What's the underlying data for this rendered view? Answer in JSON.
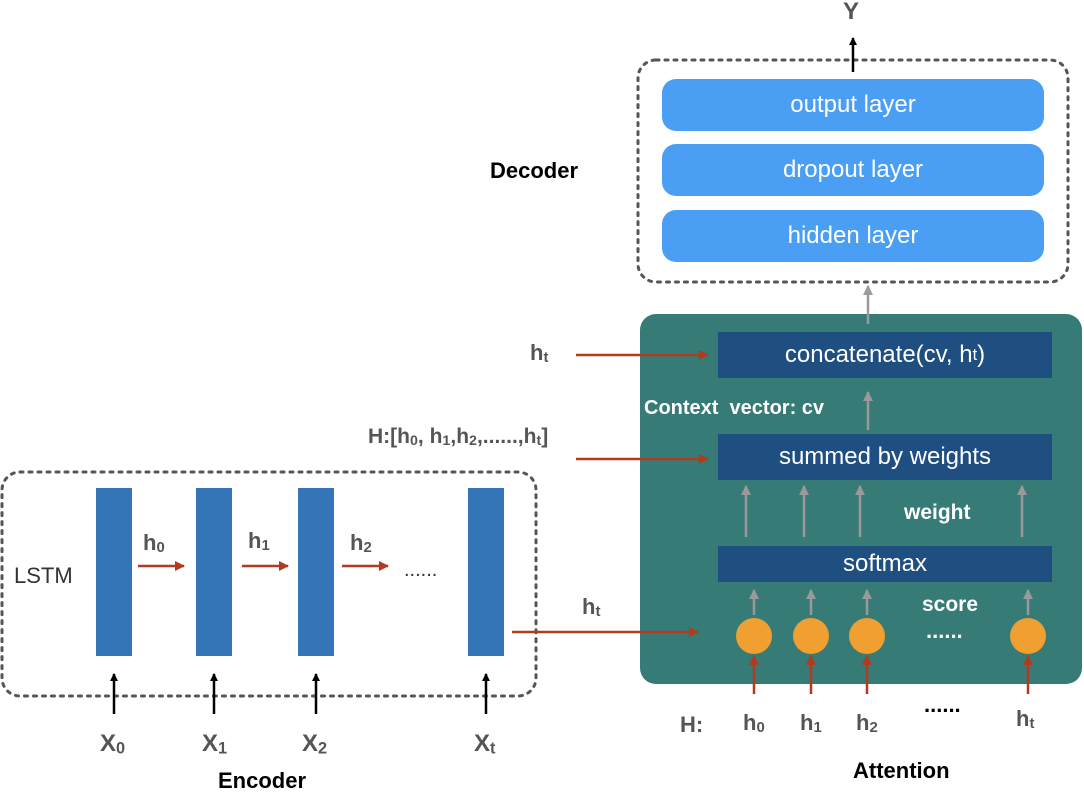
{
  "output": {
    "label": "Y"
  },
  "decoder": {
    "title": "Decoder",
    "layers": [
      "output layer",
      "dropout layer",
      "hidden layer"
    ]
  },
  "attention": {
    "title": "Attention",
    "concat_label": "concatenate(cv, h",
    "concat_sub": "t",
    "concat_close": ")",
    "context_label": "Context  vector: cv",
    "summed_label": "summed by weights",
    "weight_label": "weight",
    "softmax_label": "softmax",
    "score_label": "score",
    "score_dots": "......",
    "h_in_label": "h",
    "h_in_sub": "t",
    "H_list": {
      "prefix": "H:[h",
      "s0": "0",
      "p1": ", h",
      "s1": "1",
      "p2": ",h",
      "s2": "2",
      "p3": ",......,h",
      "st": "t",
      "suffix": "]"
    },
    "ht_enc_label": "h",
    "ht_enc_sub": "t",
    "bottom_prefix": "H:",
    "bottom_inputs": [
      {
        "base": "h",
        "sub": "0"
      },
      {
        "base": "h",
        "sub": "1"
      },
      {
        "base": "h",
        "sub": "2"
      },
      {
        "base": "h",
        "sub": "t"
      }
    ],
    "bottom_dots": "......"
  },
  "encoder": {
    "title": "Encoder",
    "cell_label": "LSTM",
    "hidden_states": [
      {
        "base": "h",
        "sub": "0"
      },
      {
        "base": "h",
        "sub": "1"
      },
      {
        "base": "h",
        "sub": "2"
      }
    ],
    "dots": "......",
    "inputs": [
      {
        "base": "X",
        "sub": "0"
      },
      {
        "base": "X",
        "sub": "1"
      },
      {
        "base": "X",
        "sub": "2"
      },
      {
        "base": "X",
        "sub": "t"
      }
    ]
  },
  "colors": {
    "attention_bg": "#377b76",
    "navy_box": "#1f4e80",
    "pill": "#4a9ff5",
    "lstm_bar": "#3475b8",
    "score_node": "#f0a030",
    "red_arrow": "#b23a1e",
    "gray_arrow": "#9a9a9a"
  }
}
